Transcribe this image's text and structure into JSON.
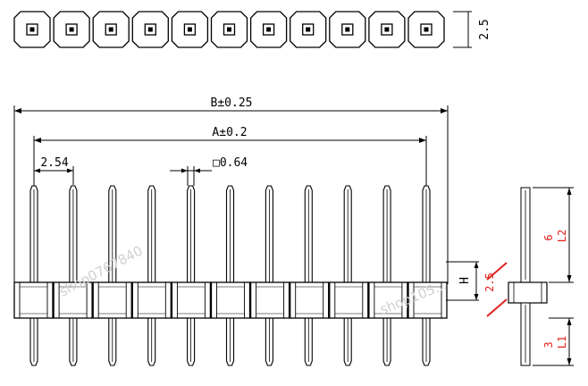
{
  "drawing": {
    "pin_count": 11,
    "pitch": "2.54",
    "top_view": {
      "height_label": "2.5"
    },
    "front_view": {
      "overall_length_label": "B±0.25",
      "pin_span_label": "A±0.2",
      "pitch_label": "2.54",
      "pin_size_label": "□0.64",
      "housing_height_symbol": "H",
      "housing_height_value": "2.5"
    },
    "side_view": {
      "upper_length_value": "6",
      "upper_length_symbol": "L2",
      "lower_length_value": "3",
      "lower_length_symbol": "L1"
    },
    "watermarks": [
      "shop0767840",
      "shop105..."
    ],
    "colors": {
      "line": "#000000",
      "dimension_highlight": "#e0221f",
      "watermark": "#d0d0d0"
    }
  }
}
